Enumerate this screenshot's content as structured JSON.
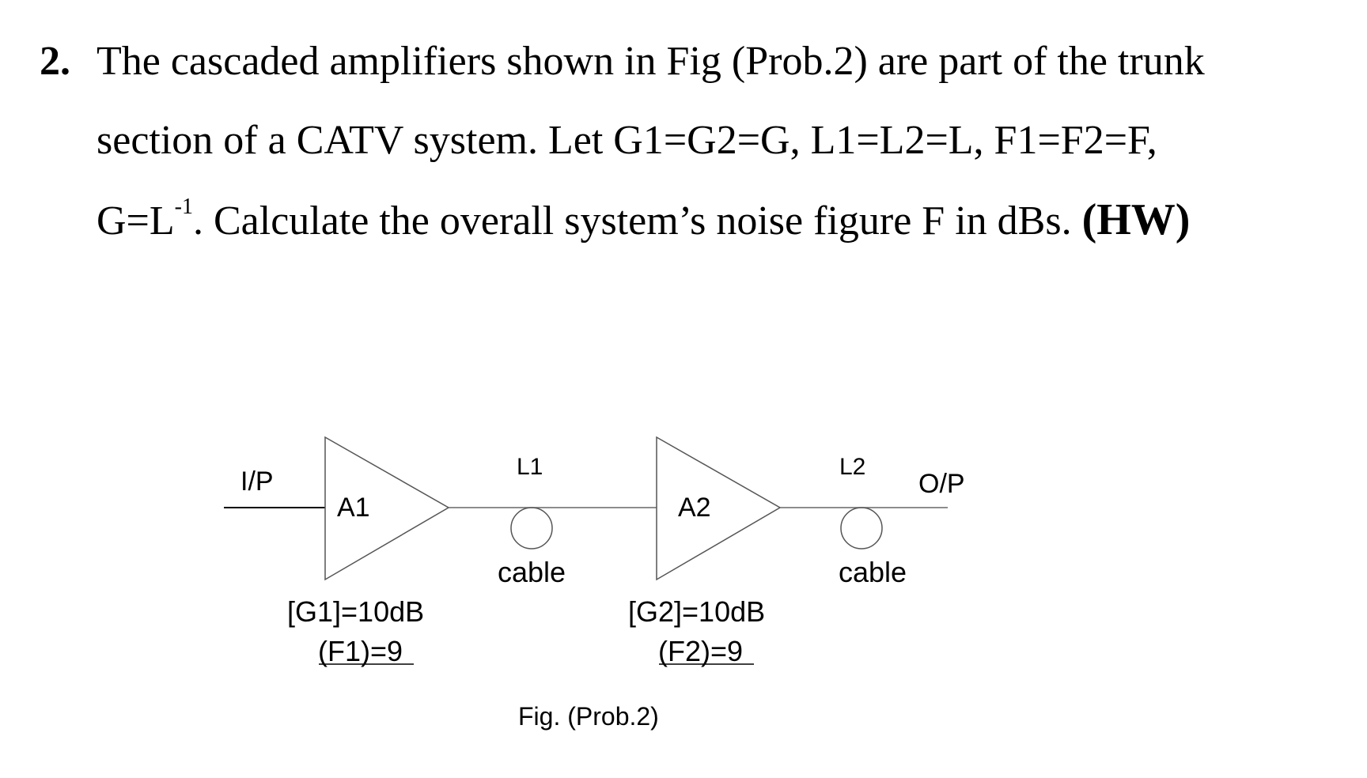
{
  "problem": {
    "number": "2.",
    "line1": "The cascaded amplifiers shown in Fig (Prob.2) are part of the trunk",
    "line2": "section of a CATV system. Let G1=G2=G, L1=L2=L, F1=F2=F,",
    "line3_pre": "G=L",
    "line3_sup": "-1",
    "line3_post": ". Calculate the overall system’s noise figure F in dBs. ",
    "hw": "(HW)"
  },
  "diagram": {
    "input_label": "I/P",
    "output_label": "O/P",
    "amp1": {
      "label": "A1",
      "gain": "[G1]=10dB",
      "noise": "(F1)=9"
    },
    "amp2": {
      "label": "A2",
      "gain": "[G2]=10dB",
      "noise": "(F2)=9"
    },
    "cable1": {
      "label": "L1",
      "caption": "cable"
    },
    "cable2": {
      "label": "L2",
      "caption": "cable"
    },
    "caption": "Fig. (Prob.2)"
  },
  "colors": {
    "text": "#000000",
    "line": "#555555",
    "background": "#ffffff"
  }
}
